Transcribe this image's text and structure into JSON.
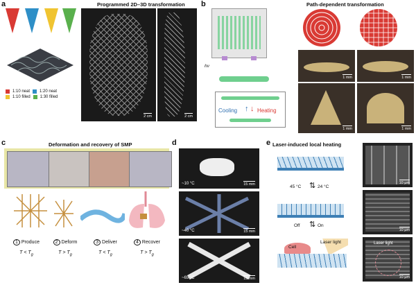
{
  "panels": {
    "a": {
      "letter": "a",
      "title": "Programmed 2D–3D transformation",
      "legend": [
        "1:10 neat",
        "1:20 neat",
        "1:10 filled",
        "1:30 filled"
      ],
      "scale1": "2 cm",
      "scale2": "2 cm"
    },
    "b": {
      "letter": "b",
      "title": "Path-dependent transformation",
      "hv": "hν",
      "cooling": "Cooling",
      "heating": "Heating",
      "scales": [
        "1 mm",
        "1 mm",
        "1 mm",
        "1 mm"
      ]
    },
    "c": {
      "letter": "c",
      "title": "Deformation and recovery of SMP",
      "steps": [
        {
          "num": "1",
          "label": "Produce",
          "cond": "T < T"
        },
        {
          "num": "2",
          "label": "Deform",
          "cond": "T > T"
        },
        {
          "num": "3",
          "label": "Deliver",
          "cond": "T < T"
        },
        {
          "num": "4",
          "label": "Recover",
          "cond": "T > T"
        }
      ],
      "sub": "g"
    },
    "d": {
      "letter": "d",
      "temps": [
        "~10 °C",
        "~40 °C",
        "~65 °C"
      ],
      "scales": [
        "15 mm",
        "15 mm",
        "15 mm"
      ]
    },
    "e": {
      "letter": "e",
      "title": "Laser-induced local heating",
      "t1": "45 °C",
      "t2": "24 °C",
      "off": "Off",
      "on": "On",
      "cell": "Cell",
      "laser": "Laser light",
      "laser2": "Laser light",
      "scales": [
        "10 μm",
        "10 μm",
        "10 μm"
      ]
    }
  },
  "colors": {
    "red": "#d93a34",
    "blue": "#2e8fc7",
    "yellow": "#f0c431",
    "green": "#5ab04d"
  }
}
